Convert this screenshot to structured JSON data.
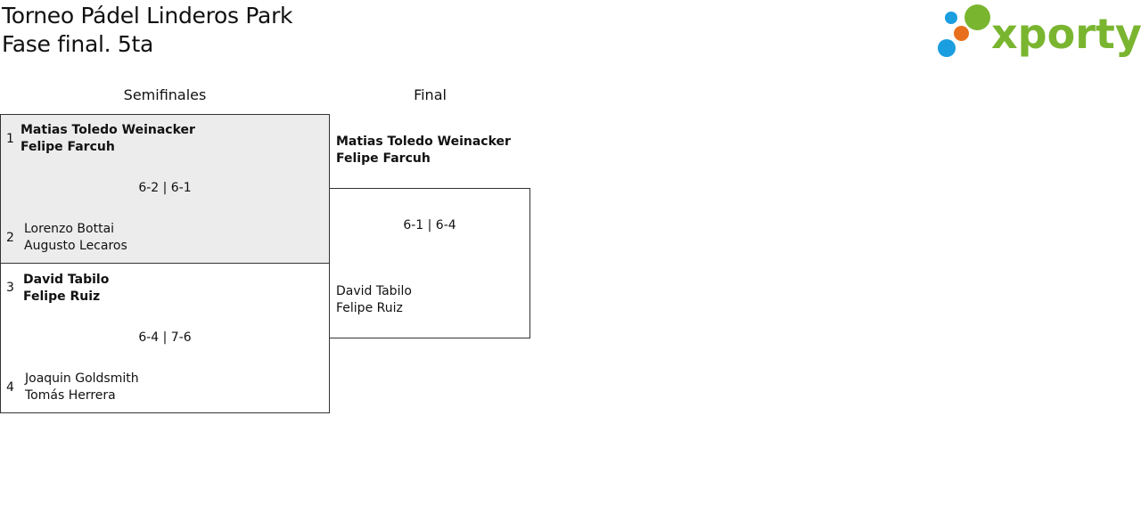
{
  "header": {
    "title_line1": "Torneo Pádel Linderos Park",
    "title_line2": "Fase final. 5ta"
  },
  "logo": {
    "text": "xporty",
    "colors": {
      "green": "#7ab530",
      "blue": "#1a9ee0",
      "orange": "#e8701c"
    }
  },
  "rounds": {
    "semifinal_label": "Semifinales",
    "final_label": "Final"
  },
  "semifinal_1": {
    "seed_a": "1",
    "team_a": [
      "Matias Toledo Weinacker",
      "Felipe Farcuh"
    ],
    "score": "6-2 | 6-1",
    "seed_b": "2",
    "team_b": [
      "Lorenzo Bottai",
      "Augusto Lecaros"
    ]
  },
  "semifinal_2": {
    "seed_a": "3",
    "team_a": [
      "David Tabilo",
      "Felipe Ruiz"
    ],
    "score": "6-4 | 7-6",
    "seed_b": "4",
    "team_b": [
      "Joaquin Goldsmith",
      "Tomás Herrera"
    ]
  },
  "final": {
    "team_a": [
      "Matias Toledo Weinacker",
      "Felipe Farcuh"
    ],
    "score": "6-1 | 6-4",
    "team_b": [
      "David Tabilo",
      "Felipe Ruiz"
    ]
  }
}
